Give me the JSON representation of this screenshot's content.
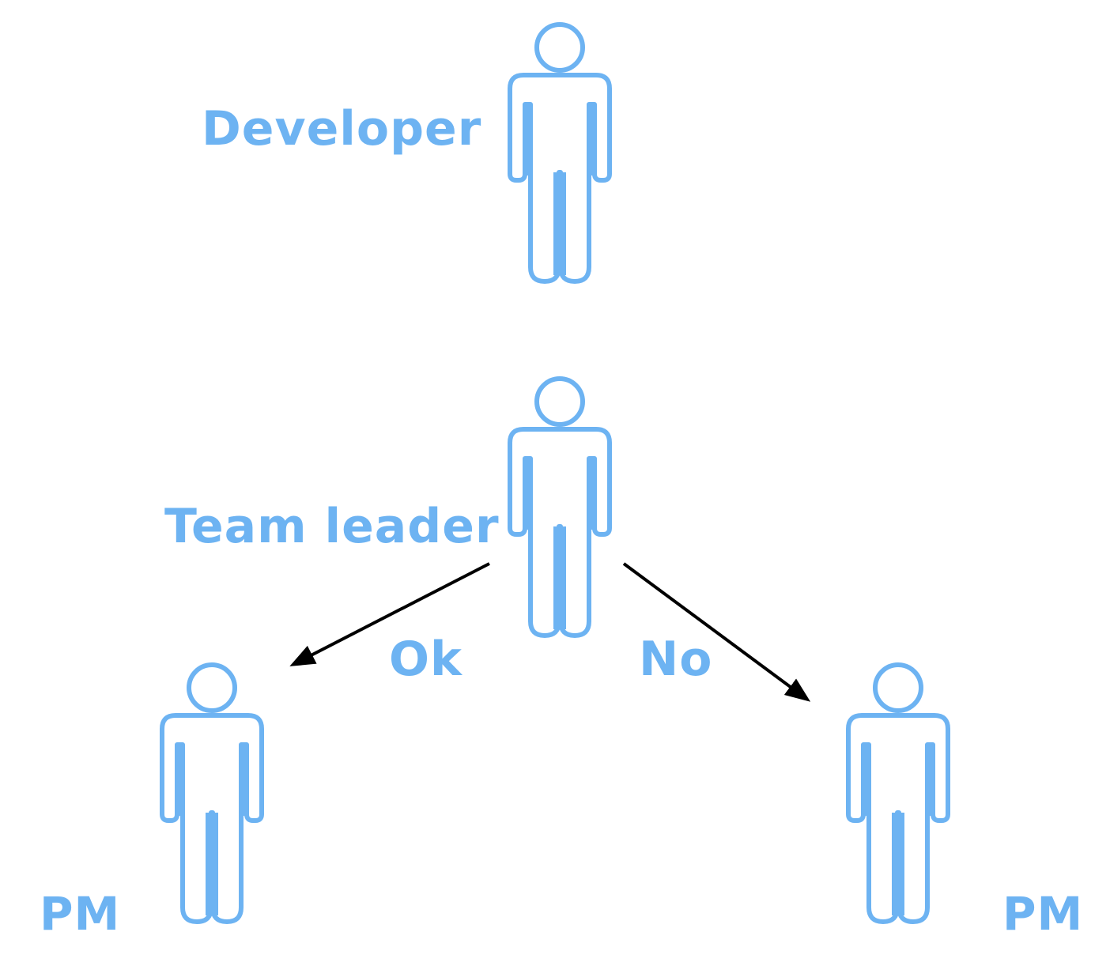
{
  "colors": {
    "figure": "#6db3f2",
    "arrow": "#000000",
    "label": "#6db3f2",
    "background": "#ffffff"
  },
  "nodes": {
    "developer": {
      "label": "Developer",
      "icon": "person-icon"
    },
    "team_leader": {
      "label": "Team leader",
      "icon": "person-icon"
    },
    "pm_left": {
      "label": "PM",
      "icon": "person-icon"
    },
    "pm_right": {
      "label": "PM",
      "icon": "person-icon"
    }
  },
  "edges": {
    "ok": {
      "from": "team_leader",
      "to": "pm_left",
      "label": "Ok"
    },
    "no": {
      "from": "team_leader",
      "to": "pm_right",
      "label": "No"
    }
  }
}
